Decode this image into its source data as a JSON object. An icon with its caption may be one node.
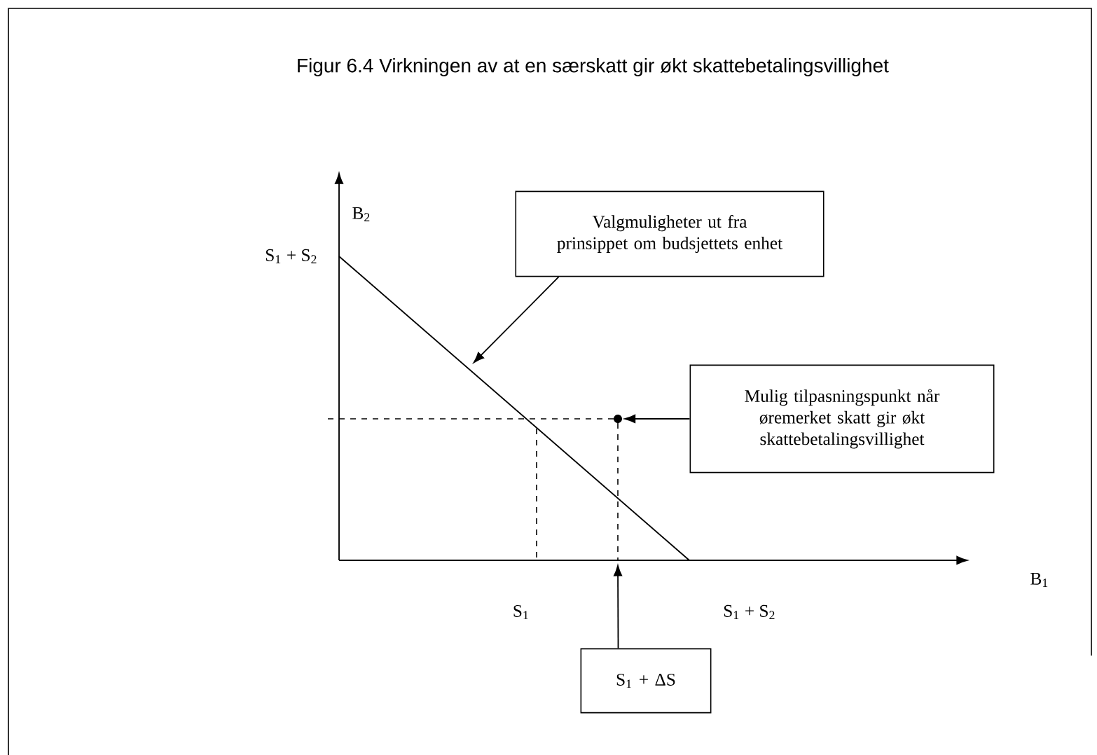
{
  "diagram": {
    "title": "Figur 6.4 Virkningen av at en særskatt gir økt skattebetalingsvillighet",
    "nodes": [
      {
        "text": [
          "Valgmuligheter ut fra prinsippet om budsjettets enhet"
        ]
      },
      {
        "text": [],
        "shape": "circle"
      },
      {
        "text": [
          "Mulig tilpasningspunkt når øremerket skatt gir økt skattebetalingsvillighet"
        ]
      },
      {
        "text": [
          "S$_{1}$ + ΔS"
        ]
      }
    ],
    "edges": [
      {
        "from": 0,
        "to": null,
        "arrow": "to"
      },
      {
        "from": 2,
        "to": 1,
        "arrow": "to"
      },
      {
        "from": 3,
        "to": null,
        "arrow": "to"
      }
    ],
    "labels": [
      "B$_{2}$",
      "S$_{1}$ + S$_{2}$",
      "B$_{1}$",
      "S$_{1}$",
      "S$_{1}$ + S$_{2}$"
    ]
  }
}
